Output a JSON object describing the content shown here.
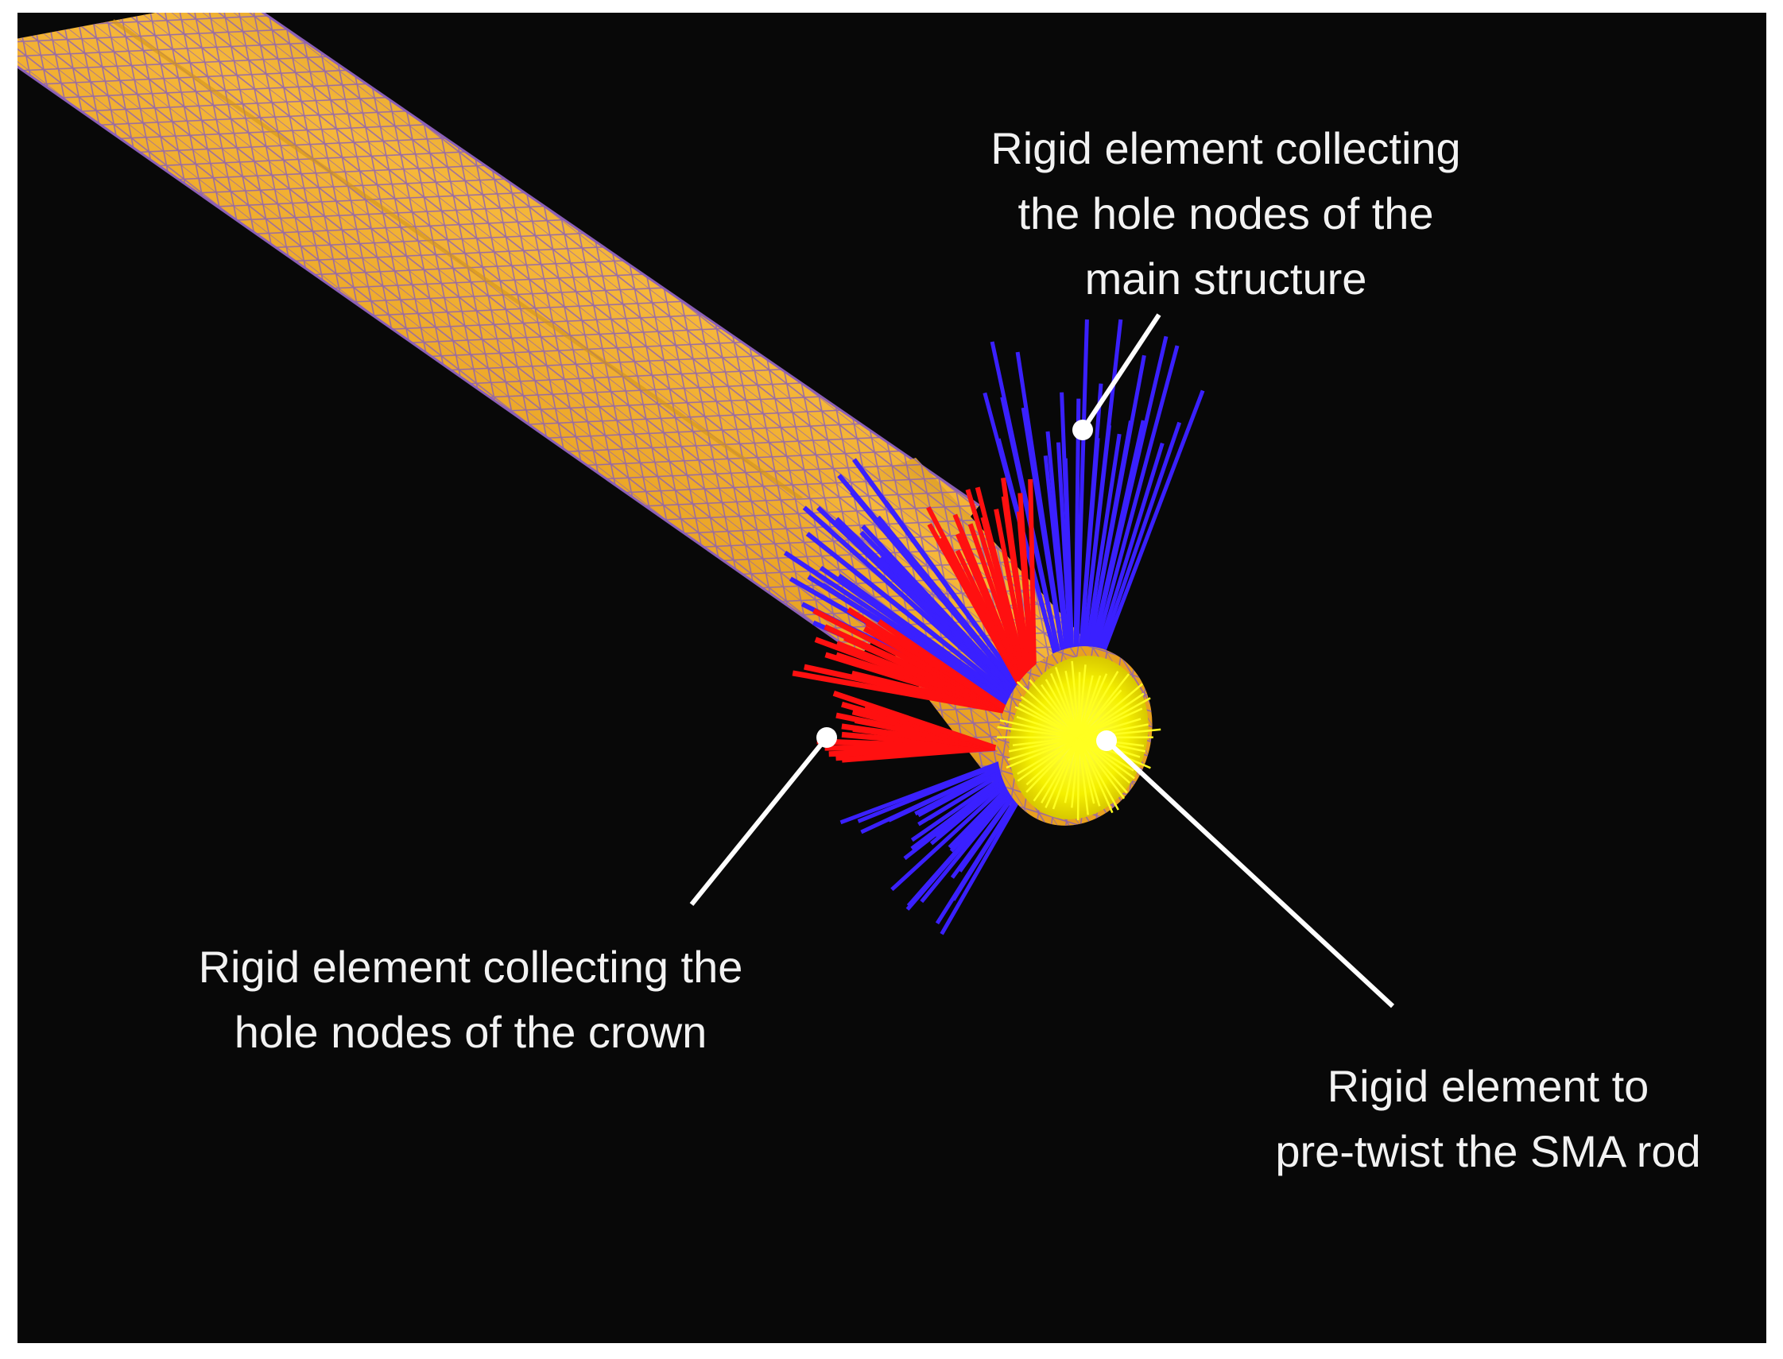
{
  "labels": {
    "main_structure": {
      "lines": [
        "Rigid element collecting",
        "the hole nodes of the",
        "main structure"
      ]
    },
    "crown": {
      "lines": [
        "Rigid element collecting the",
        "hole nodes of the crown"
      ]
    },
    "sma_rod": {
      "lines": [
        "Rigid element to",
        "pre-twist the SMA rod"
      ]
    }
  },
  "colors": {
    "background": "#080808",
    "frame": "#ffffff",
    "mesh_fill": "#f2ae28",
    "mesh_line": "#8a5fb8",
    "rigid_main_structure": "#3a20ff",
    "rigid_crown": "#ff1010",
    "rigid_sma_rod": "#ffff20",
    "leader_line": "#ffffff"
  }
}
